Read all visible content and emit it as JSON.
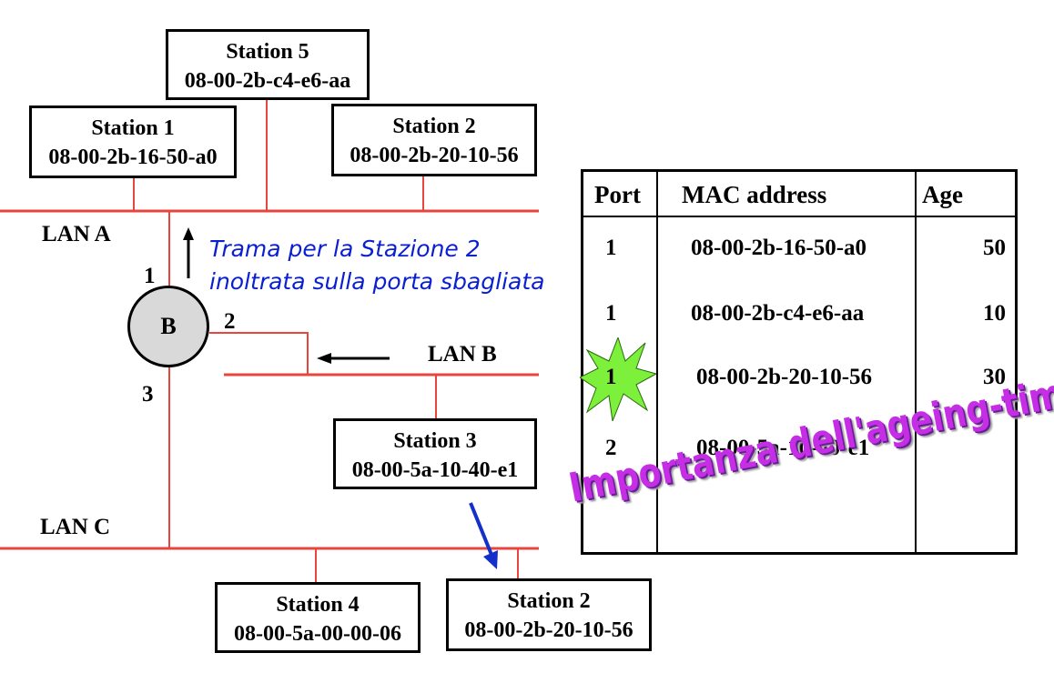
{
  "stations": {
    "s5": {
      "name": "Station 5",
      "mac": "08-00-2b-c4-e6-aa"
    },
    "s1": {
      "name": "Station 1",
      "mac": "08-00-2b-16-50-a0"
    },
    "s2a": {
      "name": "Station 2",
      "mac": "08-00-2b-20-10-56"
    },
    "s3": {
      "name": "Station 3",
      "mac": "08-00-5a-10-40-e1"
    },
    "s4": {
      "name": "Station 4",
      "mac": "08-00-5a-00-00-06"
    },
    "s2c": {
      "name": "Station 2",
      "mac": "08-00-2b-20-10-56"
    }
  },
  "lans": {
    "a": "LAN A",
    "b": "LAN B",
    "c": "LAN C"
  },
  "bridge": {
    "label": "B",
    "port1": "1",
    "port2": "2",
    "port3": "3"
  },
  "note": {
    "line1": "Trama per la Stazione 2",
    "line2": "inoltrata sulla porta sbagliata"
  },
  "table": {
    "headers": {
      "port": "Port",
      "mac": "MAC address",
      "age": "Age"
    },
    "rows": [
      {
        "port": "1",
        "mac": "08-00-2b-16-50-a0",
        "age": "50"
      },
      {
        "port": "1",
        "mac": "08-00-2b-c4-e6-aa",
        "age": "10"
      },
      {
        "port": "1",
        "mac": "08-00-2b-20-10-56",
        "age": "30"
      },
      {
        "port": "2",
        "mac": "08-00-5a-10-40-e1",
        "age": ""
      }
    ]
  },
  "wordart": "Importanza dell'ageing-time",
  "colors": {
    "wire": "#e8453c",
    "note": "#0a1fd0",
    "arrow_blue": "#1530c8",
    "star": "#7cf03a",
    "wordart": "#c62ee6"
  }
}
